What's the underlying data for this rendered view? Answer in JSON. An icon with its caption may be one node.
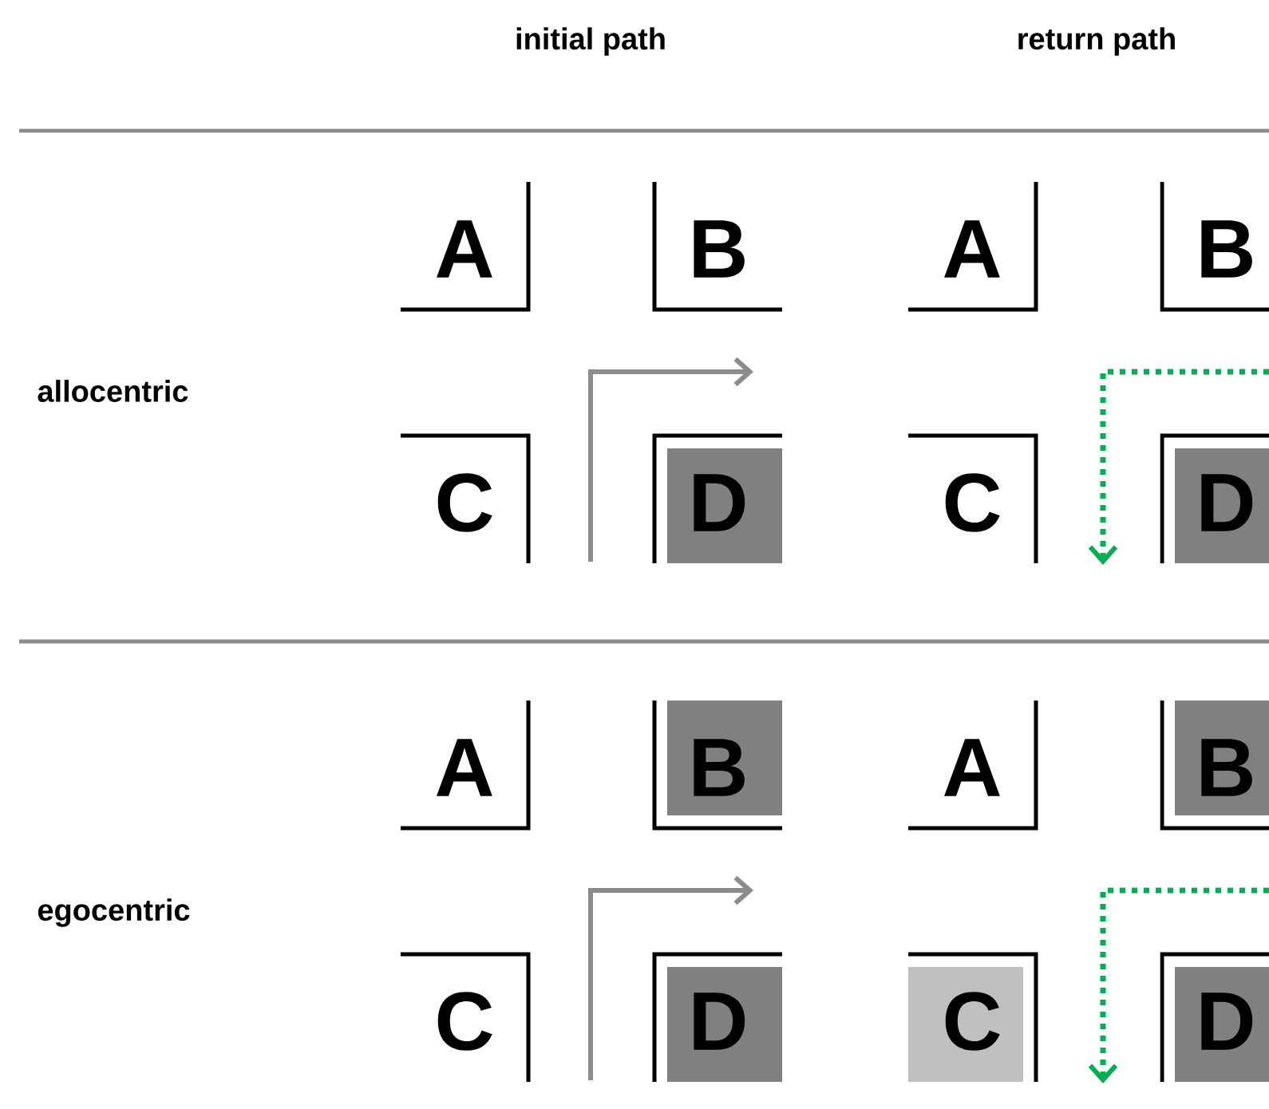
{
  "diagram": {
    "nodes": [
      {
        "text": [
          "A"
        ]
      },
      {
        "text": [
          "B"
        ]
      },
      {
        "text": [
          "C"
        ]
      },
      {
        "text": [
          "D"
        ]
      },
      {
        "text": [
          "A"
        ]
      },
      {
        "text": [
          "B"
        ]
      },
      {
        "text": [
          "C"
        ]
      },
      {
        "text": [
          "D"
        ]
      },
      {
        "text": [
          "A"
        ]
      },
      {
        "text": [
          "B"
        ]
      },
      {
        "text": [
          "C"
        ]
      },
      {
        "text": [
          "D"
        ]
      },
      {
        "text": [
          "A"
        ]
      },
      {
        "text": [
          "B"
        ]
      },
      {
        "text": [
          "C"
        ]
      },
      {
        "text": [
          "D"
        ]
      }
    ],
    "labels": [
      "initial path",
      "return path",
      "allocentric",
      "egocentric"
    ]
  }
}
